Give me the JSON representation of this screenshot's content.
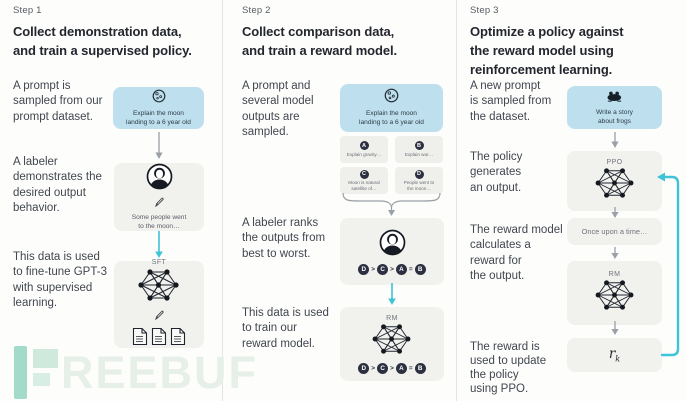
{
  "colors": {
    "accent_teal": "#3fc3d6",
    "arrow_gray": "#9aa0a6",
    "box_blue": "#bedfee",
    "box_gray": "#f1f1ee",
    "circle_dark": "#2c3040",
    "watermark_teal": "#a3dbcb"
  },
  "watermark": {
    "text": "REEBUF"
  },
  "step1": {
    "label": "Step 1",
    "title": "Collect demonstration data,\nand train a supervised policy.",
    "text_prompt": "A prompt is\nsampled from our\nprompt dataset.",
    "text_labeler": "A labeler\ndemonstrates the\ndesired output\nbehavior.",
    "text_data": "This data is used\nto fine-tune GPT-3\nwith supervised\nlearning.",
    "prompt_box": "Explain the moon\nlanding to a 6 year old",
    "demo_output": "Some people went\nto the moon…",
    "model_label": "SFT"
  },
  "step2": {
    "label": "Step 2",
    "title": "Collect comparison data,\nand train a reward model.",
    "text_prompt": "A prompt and\nseveral model\noutputs are\nsampled.",
    "text_rank": "A labeler ranks\nthe outputs from\nbest to worst.",
    "text_data": "This data is used\nto train our\nreward model.",
    "prompt_box": "Explain the moon\nlanding to a 6 year old",
    "options": [
      {
        "letter": "A",
        "text": "Explain gravity…"
      },
      {
        "letter": "B",
        "text": "Explain war…"
      },
      {
        "letter": "C",
        "text": "Moon is natural\nsatellite of…"
      },
      {
        "letter": "D",
        "text": "People went to\nthe moon…"
      }
    ],
    "ranking": {
      "l1": "D",
      "s1": ">",
      "l2": "C",
      "s2": ">",
      "l3": "A",
      "s3": "=",
      "l4": "B"
    },
    "model_label": "RM"
  },
  "step3": {
    "label": "Step 3",
    "title": "Optimize a policy against\nthe reward model using\nreinforcement learning.",
    "text_prompt": "A new prompt\nis sampled from\nthe dataset.",
    "text_policy": "The policy\ngenerates\nan output.",
    "text_reward_model": "The reward model\ncalculates a\nreward for\nthe output.",
    "text_reward_update": "The reward is\nused to update\nthe policy\nusing PPO.",
    "prompt_box": "Write a story\nabout frogs",
    "policy_label": "PPO",
    "output_box": "Once upon a time…",
    "rm_label": "RM",
    "reward_symbol": "r",
    "reward_sub": "k"
  }
}
